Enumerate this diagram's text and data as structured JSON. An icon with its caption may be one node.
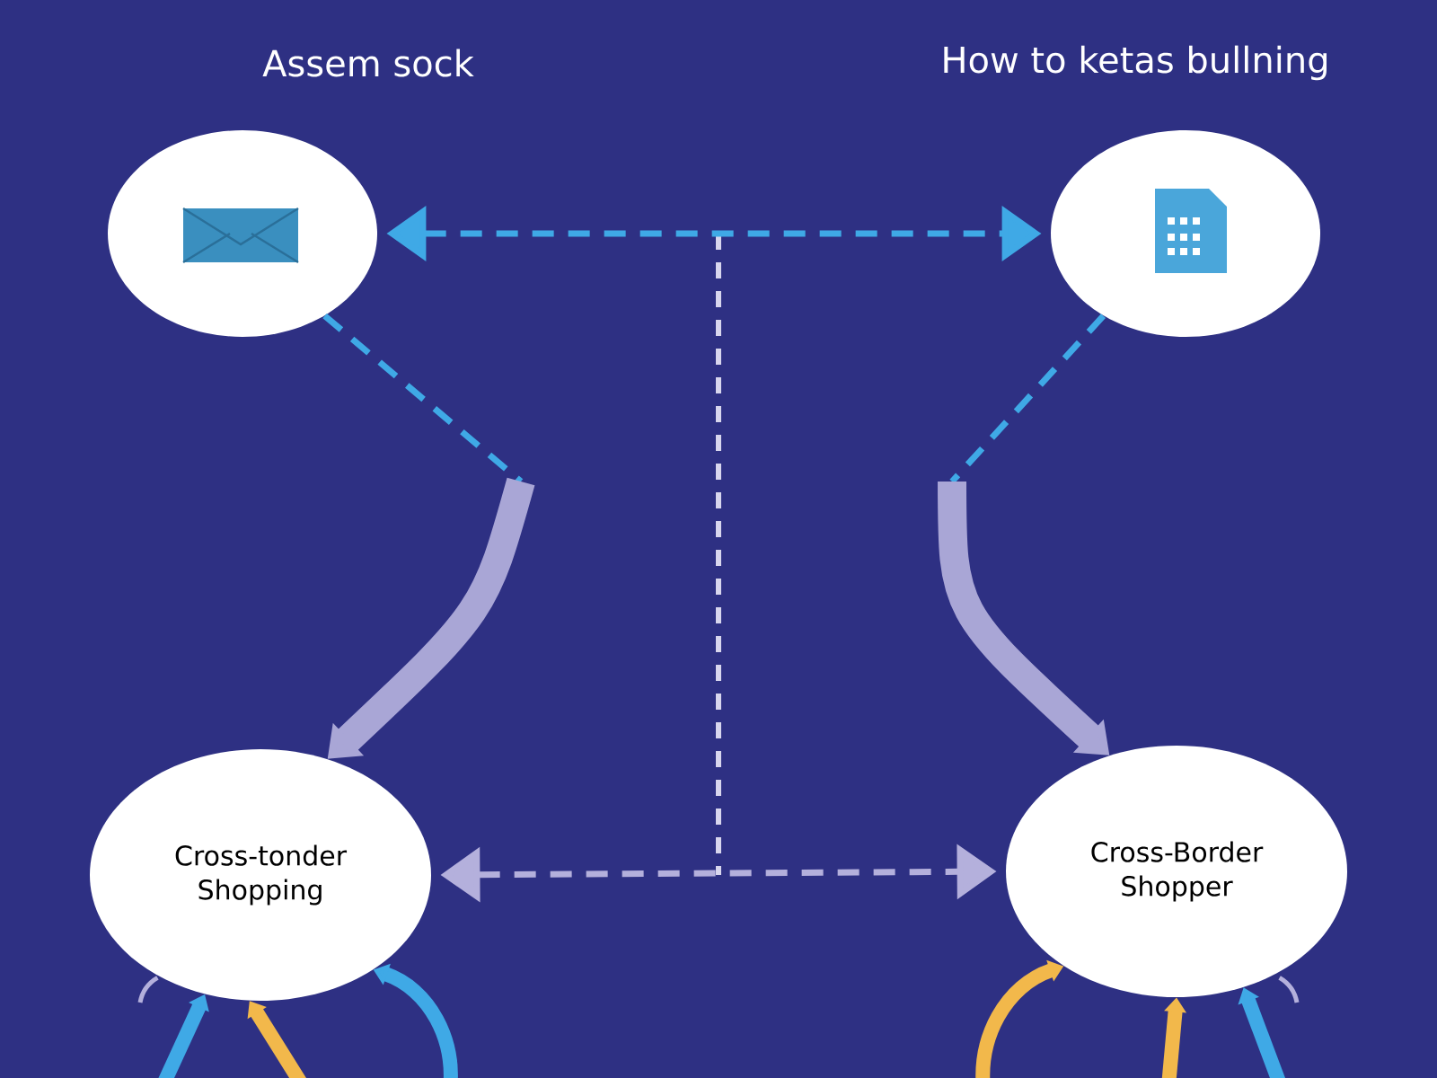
{
  "diagram": {
    "nodes": [
      {
        "text": [
          "Assem sock"
        ]
      },
      {
        "text": [
          "How to ketas bullning"
        ]
      },
      {
        "text": [
          "Cross-tonder Shopping"
        ]
      },
      {
        "text": [
          "Cross-Border Shopper"
        ]
      }
    ],
    "edges": [
      {
        "from": 0,
        "to": 1,
        "arrow": "both",
        "style": "dashed",
        "color": "#3fa9e6"
      },
      {
        "from": 0,
        "to": null,
        "arrow": "none",
        "style": "dashed",
        "color": "#3fa9e6"
      },
      {
        "from": null,
        "to": 2,
        "arrow": "to",
        "style": "thick",
        "color": "#a9a6d6"
      },
      {
        "from": 1,
        "to": null,
        "arrow": "none",
        "style": "dashed",
        "color": "#3fa9e6"
      },
      {
        "from": null,
        "to": 3,
        "arrow": "to",
        "style": "thick",
        "color": "#a9a6d6"
      },
      {
        "from": 2,
        "to": 3,
        "arrow": "both",
        "style": "dashed",
        "color": "#b4b0dc"
      },
      {
        "from": null,
        "to": 2,
        "arrow": "to",
        "color": "#3fa9e6"
      },
      {
        "from": null,
        "to": 2,
        "arrow": "to",
        "color": "#f2b84b"
      },
      {
        "from": null,
        "to": 2,
        "arrow": "to",
        "color": "#3fa9e6"
      },
      {
        "from": null,
        "to": 3,
        "arrow": "to",
        "color": "#f2b84b"
      },
      {
        "from": null,
        "to": 3,
        "arrow": "to",
        "color": "#f2b84b"
      },
      {
        "from": null,
        "to": 3,
        "arrow": "to",
        "color": "#3fa9e6"
      }
    ]
  }
}
